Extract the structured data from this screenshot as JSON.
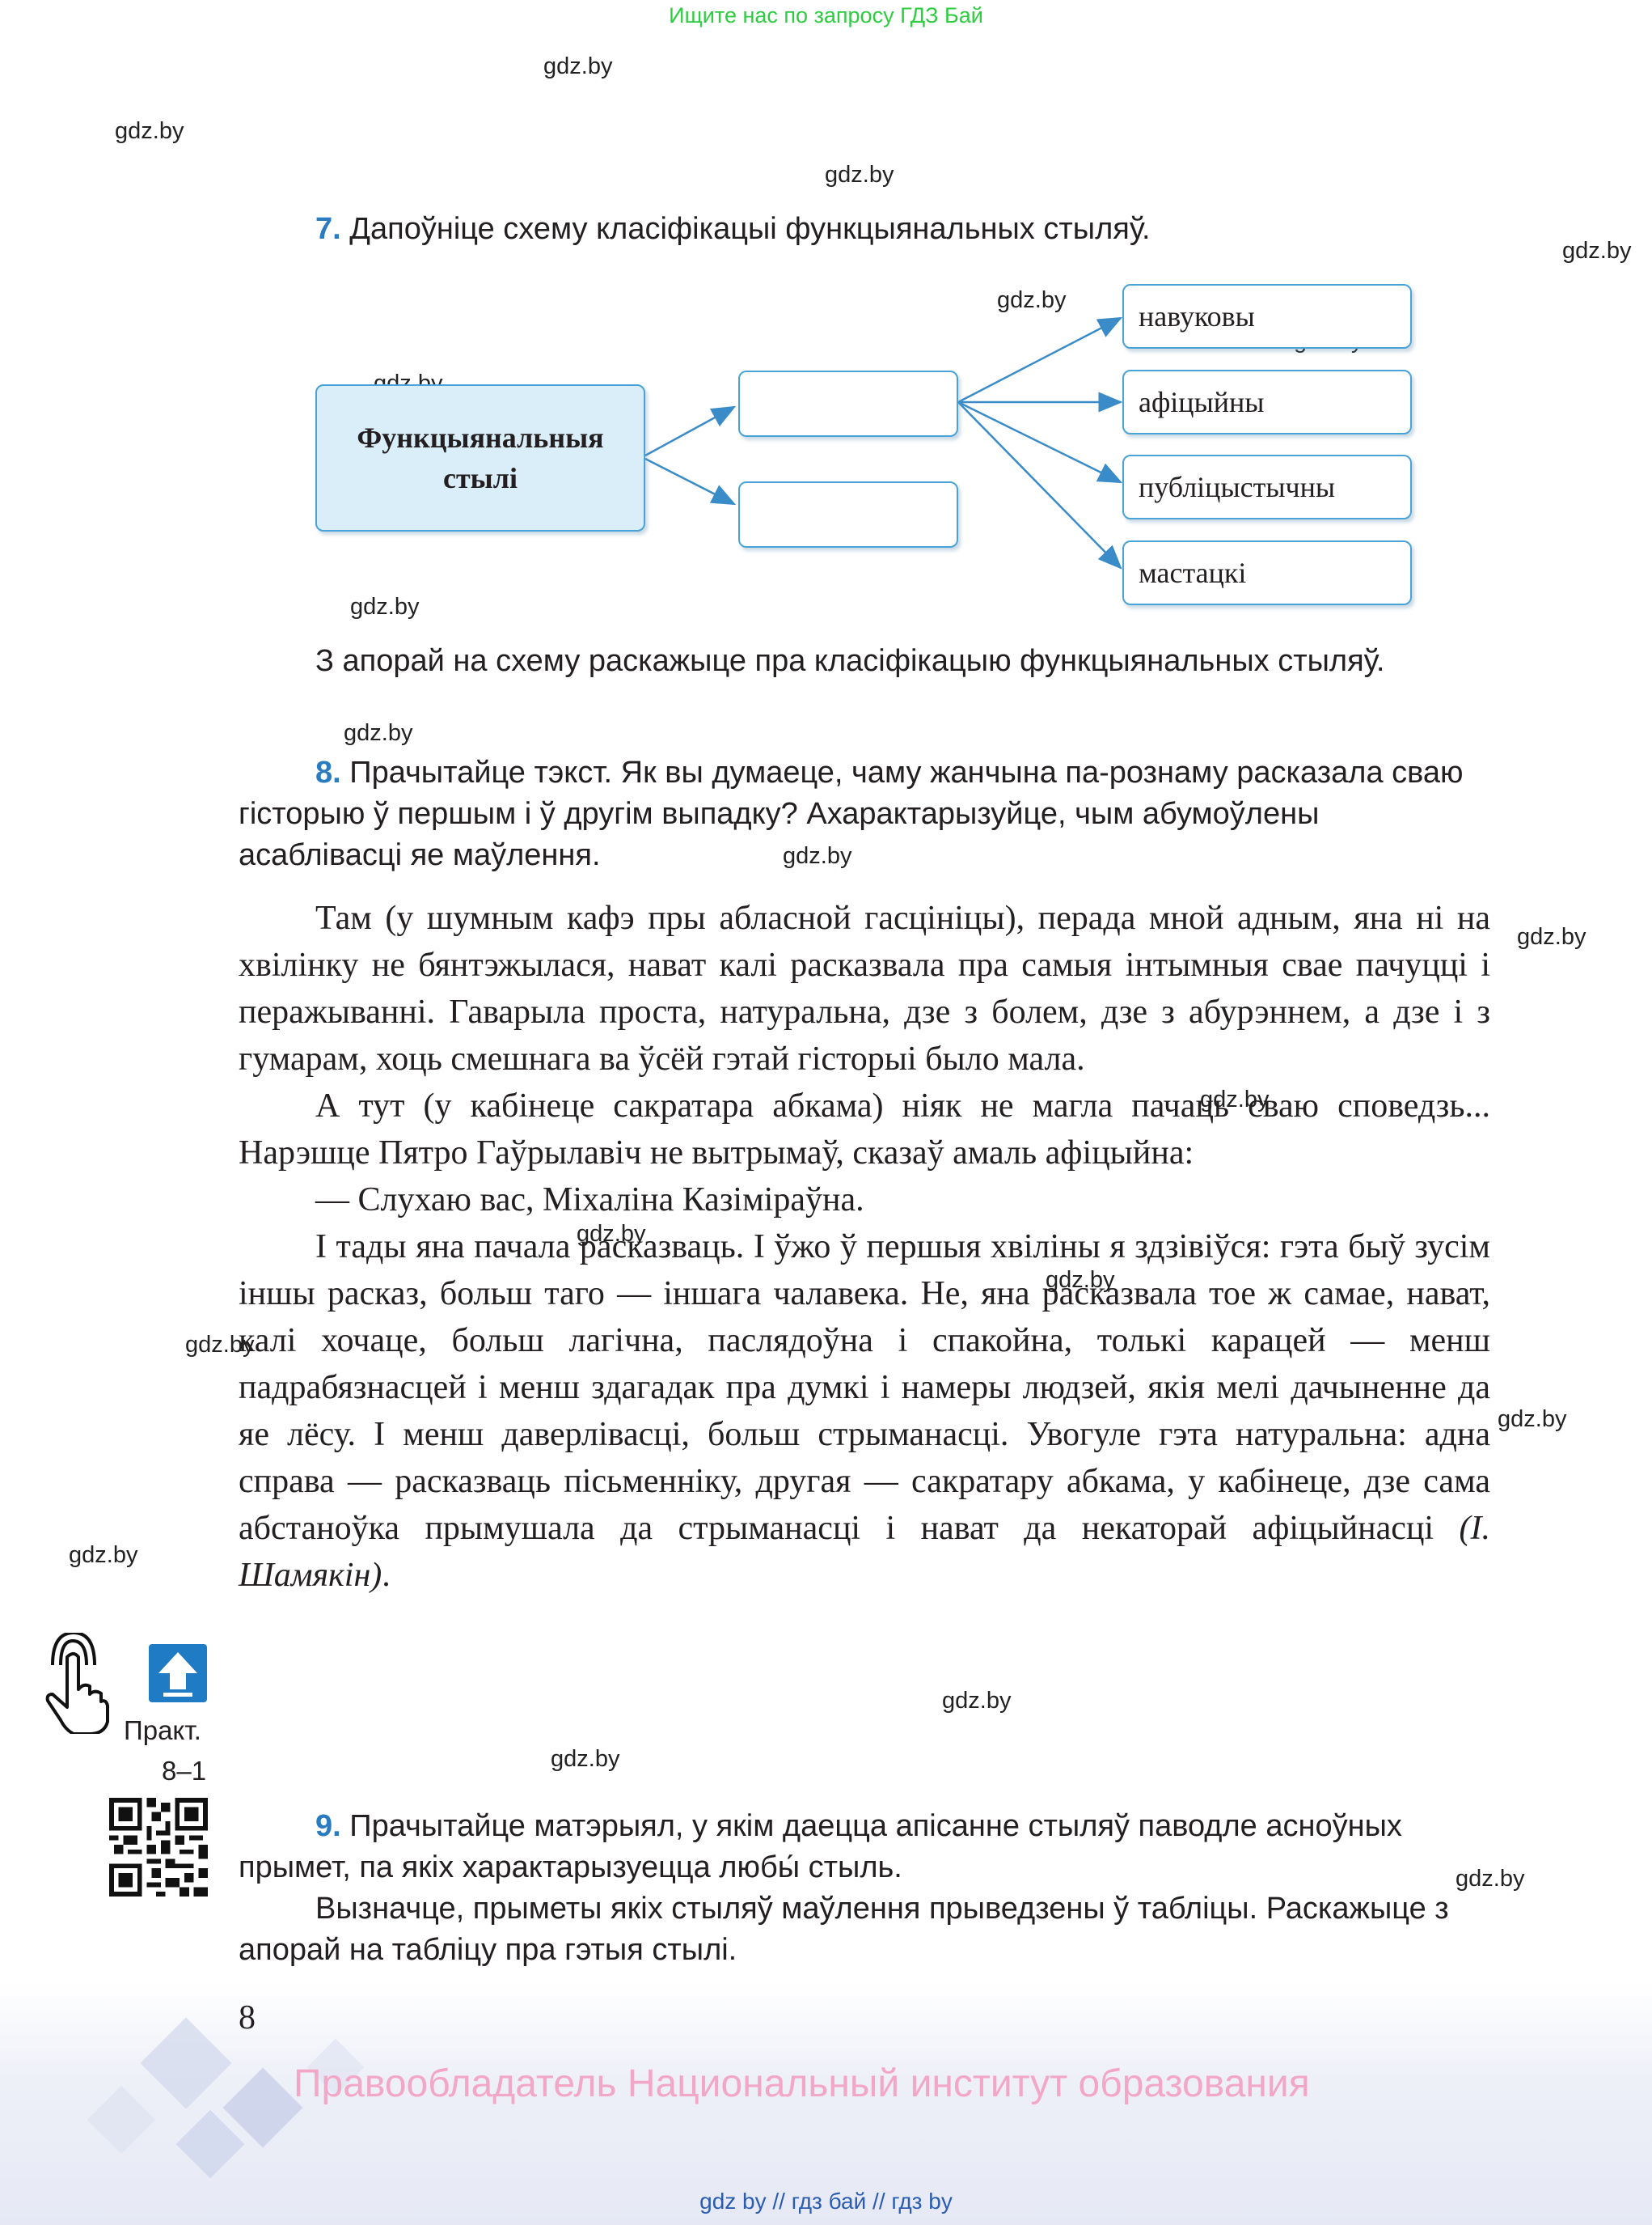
{
  "header": {
    "note": "Ищите нас по запросу ГДЗ Бай"
  },
  "watermark": "gdz.by",
  "task7": {
    "number": "7.",
    "text": "Дапоўніце схему класіфікацыі функцыянальных стыляў.",
    "after": "З апорай на схему раскажыце пра класіфікацыю функцыянальных стыляў."
  },
  "diagram": {
    "main_line1": "Функцыянальныя",
    "main_line2": "стылі",
    "styles": [
      "навуковы",
      "афіцыйны",
      "публіцыстычны",
      "мастацкі"
    ],
    "line_color": "#3a8cc8"
  },
  "task8": {
    "number": "8.",
    "text": "Прачытайце тэкст. Як вы думаеце, чаму жанчына па-рознаму расказала сваю гісторыю ў першым і ў другім выпадку? Ахарактарызуйце, чым абумоўлены асаблівасці яе маўлення."
  },
  "story": {
    "p1": "Там (у шумным кафэ пры абласной гасцініцы), перада мной адным, яна ні на хвілінку не бянтэжылася, нават калі расказвала пра самыя інтымныя свае пачуцці і перажыванні. Гаварыла проста, натуральна, дзе з болем, дзе з абурэннем, а дзе і з гумарам, хоць смешнага ва ўсёй гэтай гісторыі было мала.",
    "p2": "А тут (у кабінеце сакратара абкама) ніяк не магла пачаць сваю споведзь... Нарэшце Пятро Гаўрылавіч не вытрымаў, сказаў амаль афіцыйна:",
    "p3": "— Слухаю вас, Міхаліна Казіміраўна.",
    "p4": "І тады яна пачала расказваць. І ўжо ў першыя хвіліны я здзівіўся: гэта быў зусім іншы расказ, больш таго — іншага чалавека. Не, яна расказвала тое ж самае, нават, калі хочаце, больш лагічна, паслядоўна і спакойна, толькі карацей — менш падрабязнасцей і менш здагадак пра думкі і намеры людзей, якія мелі дачыненне да яе лёсу. І менш даверлівасці, больш стрыманасці. Увогуле гэта натуральна: адна справа — расказваць пісьменніку, другая — сакратару абкама, у кабінеце, дзе сама абстаноўка прымушала да стрыманасці і нават да некаторай афіцыйнасці",
    "author": "(І. Шамякін)",
    "end": "."
  },
  "side": {
    "label1": "Практ.",
    "label2": "8–1"
  },
  "task9": {
    "number": "9.",
    "text": "Прачытайце матэрыял, у якім даецца апісанне стыляў паводле асноўных прымет, па якіх характарызуецца любы́ стыль.",
    "text2": "Вызначце, прыметы якіх стыляў маўлення прыведзены ў табліцы. Раскажыце з апорай на табліцу пра гэтыя стылі."
  },
  "page_number": "8",
  "footer": {
    "copyright": "Правообладатель Национальный институт образования",
    "links": "gdz by  //  гдз бай  //  гдз by"
  }
}
